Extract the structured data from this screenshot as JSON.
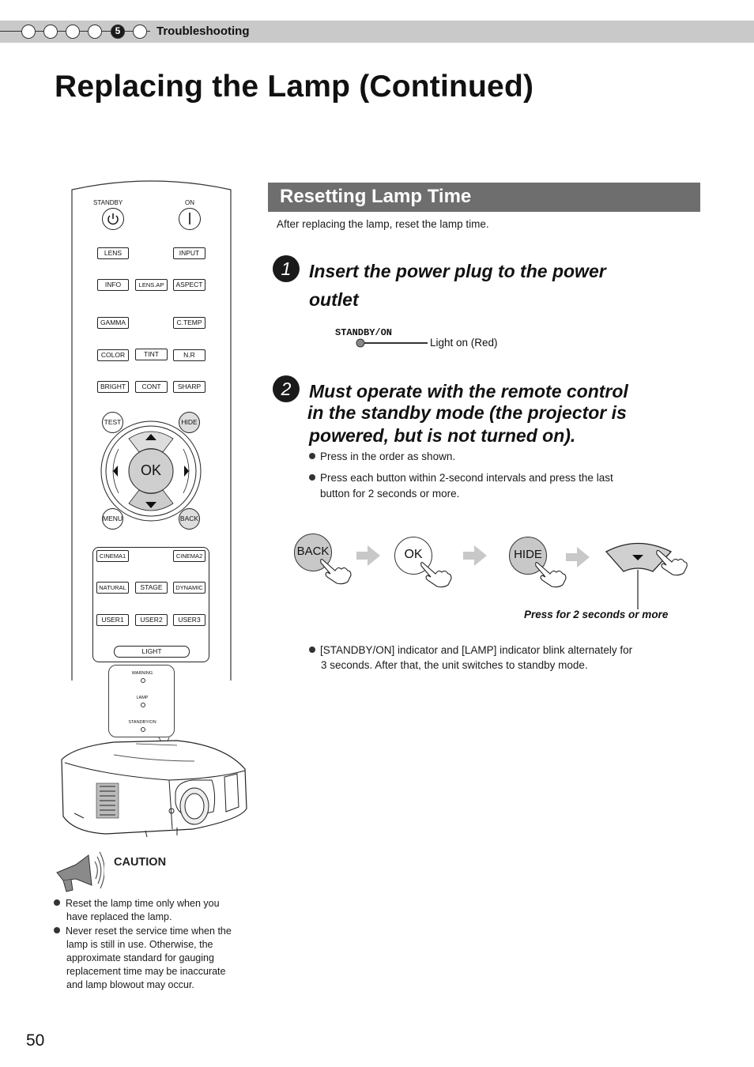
{
  "header": {
    "section_number": "5",
    "section_label": "Troubleshooting"
  },
  "title": "Replacing the Lamp (Continued)",
  "remote": {
    "standby_label": "STANDBY",
    "on_label": "ON",
    "buttons_row1": [
      "LENS",
      "INPUT"
    ],
    "buttons_row2": [
      "INFO",
      "LENS.AP",
      "ASPECT"
    ],
    "buttons_row3": [
      "GAMMA",
      "C.TEMP"
    ],
    "buttons_row4": [
      "COLOR",
      "TINT",
      "N.R"
    ],
    "buttons_row5": [
      "BRIGHT",
      "CONT",
      "SHARP"
    ],
    "test_label": "TEST",
    "hide_label": "HIDE",
    "ok_label": "OK",
    "menu_label": "MENU",
    "back_label": "BACK",
    "picture_row1": [
      "CINEMA1",
      "CINEMA2"
    ],
    "picture_row2": [
      "NATURAL",
      "STAGE",
      "DYNAMIC"
    ],
    "picture_row3": [
      "USER1",
      "USER2",
      "USER3"
    ],
    "light_label": "LIGHT"
  },
  "indicator_panel": {
    "warning": "WARNING",
    "lamp": "LAMP",
    "standby_on": "STANDBY/ON"
  },
  "caution": {
    "title": "CAUTION",
    "items": [
      "Reset the lamp time only when you have replaced the lamp.",
      "Never reset the service time when the lamp is still in use. Otherwise, the approximate standard for gauging replacement time may be inaccurate and lamp blowout may occur."
    ]
  },
  "page_number": "50",
  "section": {
    "heading": "Resetting Lamp Time",
    "intro": "After replacing the lamp, reset the lamp time."
  },
  "step1": {
    "number": "1",
    "title_line1": "Insert the power plug to the power",
    "title_line2": "outlet",
    "indicator_label": "STANDBY/ON",
    "indicator_state": "Light on (Red)"
  },
  "step2": {
    "number": "2",
    "title_line1": "Must operate with the remote control",
    "title_line2": "in the standby mode (the projector is",
    "title_line3": "powered, but is not turned on).",
    "bullets": [
      "Press in the order as shown.",
      "Press each button within 2-second intervals and press the last",
      "button for 2 seconds or more."
    ],
    "sequence": [
      "BACK",
      "OK",
      "HIDE"
    ],
    "press_note": "Press for 2 seconds or more",
    "result_line1": "[STANDBY/ON] indicator and [LAMP] indicator blink alternately for",
    "result_line2": "3 seconds. After that, the unit switches to standby mode."
  }
}
